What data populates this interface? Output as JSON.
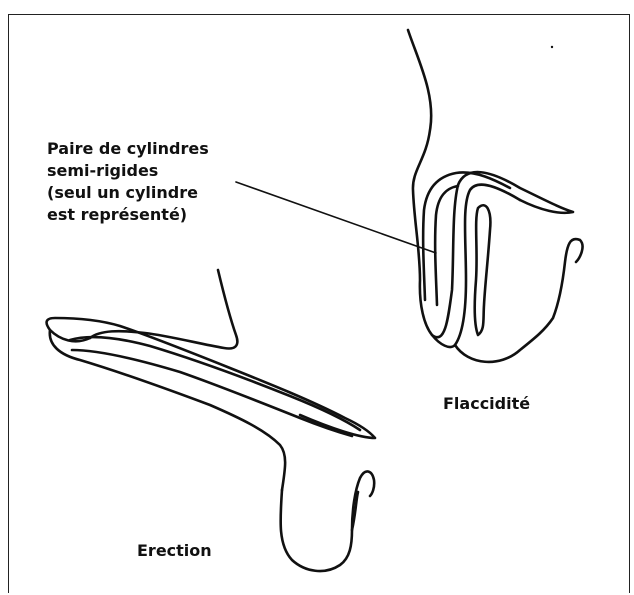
{
  "labels": {
    "cylinders_line1": "Paire de cylindres",
    "cylinders_line2": "semi-rigides",
    "cylinders_line3": "(seul un cylindre",
    "cylinders_line4": "est représenté)",
    "flaccidity": "Flaccidité",
    "erection": "Erection"
  },
  "colors": {
    "stroke": "#111111",
    "background": "#ffffff"
  }
}
